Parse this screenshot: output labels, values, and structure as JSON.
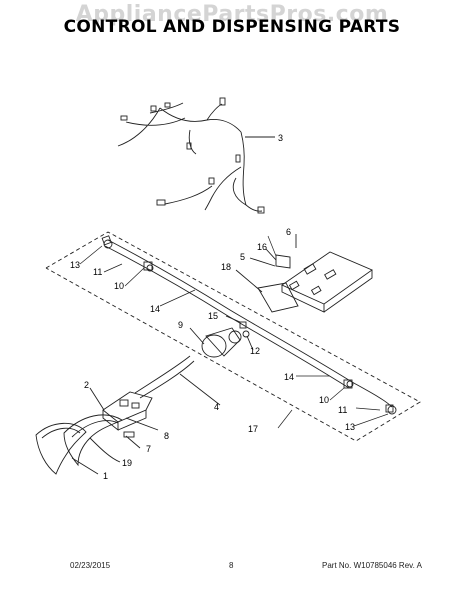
{
  "watermark": "AppliancePartsPros.com",
  "title": "CONTROL AND DISPENSING PARTS",
  "callouts": {
    "c1": "1",
    "c2": "2",
    "c3": "3",
    "c4": "4",
    "c5": "5",
    "c6": "6",
    "c7": "7",
    "c8": "8",
    "c9": "9",
    "c10a": "10",
    "c10b": "10",
    "c11a": "11",
    "c11b": "11",
    "c12": "12",
    "c13a": "13",
    "c13b": "13",
    "c14a": "14",
    "c14b": "14",
    "c15": "15",
    "c16": "16",
    "c17": "17",
    "c18": "18",
    "c19": "19"
  },
  "footer": {
    "date": "02/23/2015",
    "page": "8",
    "part": "Part No. W10785046  Rev. A"
  }
}
